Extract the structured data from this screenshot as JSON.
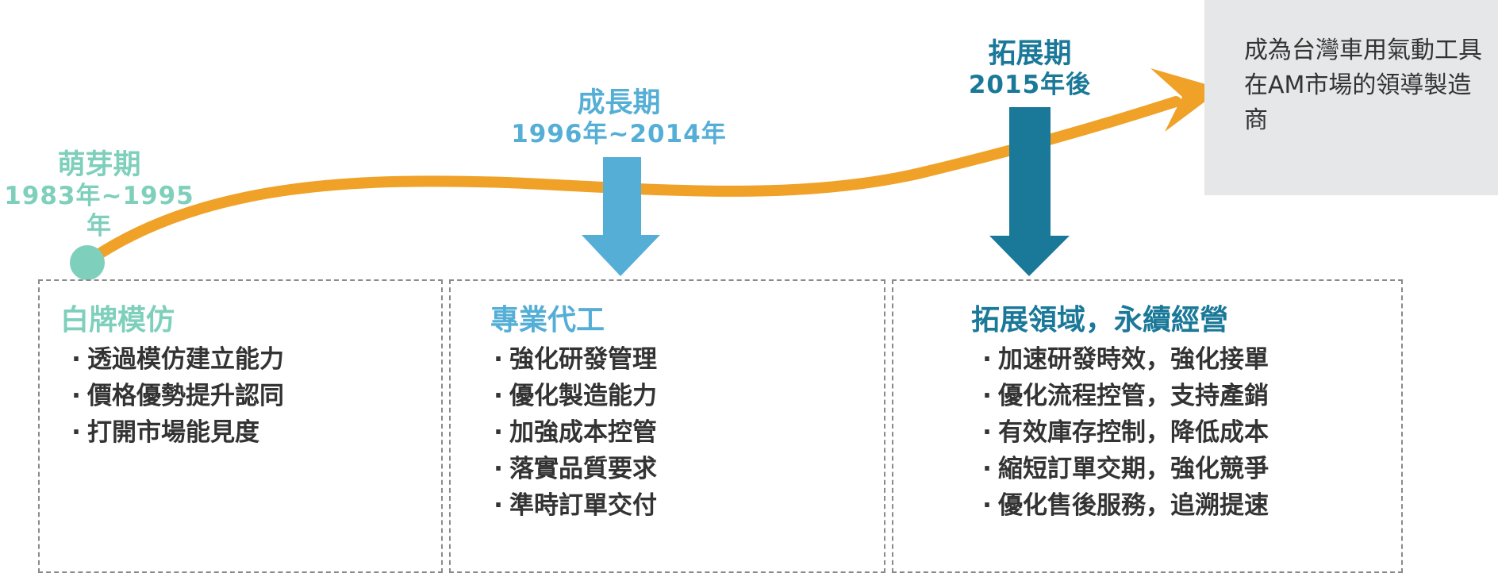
{
  "stages": [
    {
      "name": "萌芽期",
      "years": "1983年~1995年",
      "color": "#7ecfbb"
    },
    {
      "name": "成長期",
      "years": "1996年~2014年",
      "color": "#55aed6"
    },
    {
      "name": "拓展期",
      "years": "2015年後",
      "color": "#1a7898"
    }
  ],
  "goal": {
    "text": "成為台灣車用氣動工具在AM市場的領導製造商"
  },
  "boxes": [
    {
      "title": "白牌模仿",
      "items": [
        "透過模仿建立能力",
        "價格優勢提升認同",
        "打開市場能見度"
      ]
    },
    {
      "title": "專業代工",
      "items": [
        "強化研發管理",
        "優化製造能力",
        "加強成本控管",
        "落實品質要求",
        "準時訂單交付"
      ]
    },
    {
      "title": "拓展領域，永續經營",
      "items": [
        "加速研發時效，強化接單",
        "優化流程控管，支持產銷",
        "有效庫存控制，降低成本",
        "縮短訂單交期，強化競爭",
        "優化售後服務，追溯提速"
      ]
    }
  ],
  "bullet": "·",
  "colors": {
    "curve": "#f0a128",
    "box_border": "#8a8a8a",
    "goal_bg": "#e6e7e8",
    "text": "#333333"
  },
  "icons": [
    "start-dot-icon",
    "down-arrow-icon",
    "curve-arrow-icon"
  ]
}
